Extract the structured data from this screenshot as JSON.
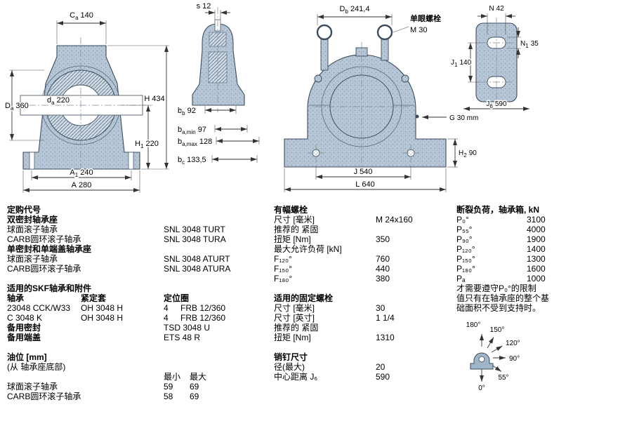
{
  "figure": {
    "front_section": {
      "ca": {
        "b": "C",
        "s": "a",
        "v": "140"
      },
      "da": {
        "b": "D",
        "s": "a",
        "v": "360"
      },
      "da2": {
        "b": "d",
        "s": "a",
        "v": "220"
      },
      "h": {
        "b": "H",
        "v": "434"
      },
      "h1": {
        "b": "H",
        "s": "1",
        "v": "220"
      },
      "a1": {
        "b": "A",
        "s": "1",
        "v": "240"
      },
      "a": {
        "b": "A",
        "v": "280"
      }
    },
    "side_section": {
      "s": {
        "b": "s",
        "v": "12"
      },
      "bb": {
        "b": "b",
        "s": "b",
        "v": "92"
      },
      "bamin": {
        "b": "b",
        "s": "a,min",
        "v": "97"
      },
      "bamax": {
        "b": "b",
        "s": "a,max",
        "v": "128"
      },
      "bc": {
        "b": "b",
        "s": "c",
        "v": "133,5"
      }
    },
    "front_view": {
      "db": {
        "b": "D",
        "s": "b",
        "v": "241,4"
      },
      "eyebolt_title": "单眼螺栓",
      "eyebolt_size": "M 30",
      "g": {
        "b": "G",
        "v": "30 mm"
      },
      "h2": {
        "b": "H",
        "s": "2",
        "v": "90"
      },
      "j": {
        "b": "J",
        "v": "540"
      },
      "l": {
        "b": "L",
        "v": "640"
      }
    },
    "base_view": {
      "n": {
        "b": "N",
        "v": "42"
      },
      "n1": {
        "b": "N",
        "s": "1",
        "v": "35"
      },
      "j1": {
        "b": "J",
        "s": "1",
        "v": "140"
      },
      "j6": {
        "b": "J",
        "s": "6",
        "v": "590"
      }
    },
    "load_diagram": {
      "a180": "180°",
      "a150": "150°",
      "a120": "120°",
      "a90": "90°",
      "a55": "55°",
      "a0": "0°"
    }
  },
  "col1": {
    "ordering": {
      "title": "定购代号",
      "g1_heading": "双密封轴承座",
      "g1_rows": [
        {
          "label": "球面滚子轴承",
          "value": "SNL 3048 TURT"
        },
        {
          "label": "CARB圆环滚子轴承",
          "value": "SNL 3048 TURA"
        }
      ],
      "g2_heading": "单密封和单端盖轴承座",
      "g2_rows": [
        {
          "label": "球面滚子轴承",
          "value": "SNL 3048 ATURT"
        },
        {
          "label": "CARB圆环滚子轴承",
          "value": "SNL 3048 ATURA"
        }
      ]
    },
    "accessories": {
      "title": "适用的SKF轴承和附件",
      "h_bearing": "轴承",
      "h_sleeve": "紧定套",
      "h_ring": "定位圈",
      "rows": [
        {
          "bearing": "23048 CCK/W33",
          "sleeve": "OH 3048 H",
          "qty": "4",
          "ring": "FRB 12/360"
        },
        {
          "bearing": "C 3048 K",
          "sleeve": "OH 3048 H",
          "qty": "4",
          "ring": "FRB 12/360"
        }
      ],
      "seal_label": "备用密封",
      "seal_value": "TSD 3048 U",
      "cover_label": "备用端盖",
      "cover_value": "ETS 48 R"
    },
    "oil": {
      "title": "油位 [mm]",
      "subtitle": "(从 轴承座底部)",
      "min": "最小",
      "max": "最大",
      "rows": [
        {
          "label": "球面滚子轴承",
          "min": "59",
          "max": "69"
        },
        {
          "label": "CARB圆环滚子轴承",
          "min": "58",
          "max": "69"
        }
      ]
    }
  },
  "col2": {
    "attach": {
      "title": "有幅螺栓",
      "rows": [
        {
          "label": "尺寸 [毫米]",
          "value": "M 24x160"
        },
        {
          "label": "推荐的 紧固",
          "value": ""
        },
        {
          "label": "扭矩 [Nm]",
          "value": "350"
        },
        {
          "label": "最大允许负荷 [kN]",
          "value": ""
        },
        {
          "label": "F₁₂₀°",
          "value": "760"
        },
        {
          "label": "F₁₅₀°",
          "value": "440"
        },
        {
          "label": "F₁₈₀°",
          "value": "380"
        }
      ]
    },
    "fixing": {
      "title": "适用的固定螺栓",
      "rows": [
        {
          "label": "尺寸 [毫米]",
          "value": "30"
        },
        {
          "label": "尺寸 [英寸]",
          "value": "1 1/4"
        },
        {
          "label": "推荐的 紧固",
          "value": ""
        },
        {
          "label": "扭矩 [Nm]",
          "value": "1310"
        }
      ]
    },
    "pins": {
      "title": "销钉尺寸",
      "rows": [
        {
          "label": "径(最大)",
          "value": "20"
        },
        {
          "label": "中心距离 J₆",
          "value": "590"
        }
      ]
    }
  },
  "col3": {
    "loads": {
      "title": "断裂负荷，轴承箱, kN",
      "rows": [
        {
          "label": "P₀°",
          "value": "3100"
        },
        {
          "label": "P₅₅°",
          "value": "4000"
        },
        {
          "label": "P₉₀°",
          "value": "1900"
        },
        {
          "label": "P₁₂₀°",
          "value": "1400"
        },
        {
          "label": "P₁₅₀°",
          "value": "1300"
        },
        {
          "label": "P₁₈₀°",
          "value": "1600"
        },
        {
          "label": "Pₐ",
          "value": "1000"
        }
      ],
      "note": [
        "才需要遵守P₀°的限制",
        "值只有在轴承座的整个基",
        "础面积不受到支持时。"
      ]
    }
  },
  "colors": {
    "body_fill": "#b7c6d6",
    "outline": "#3c4c5c",
    "dim_line": "#333333"
  }
}
